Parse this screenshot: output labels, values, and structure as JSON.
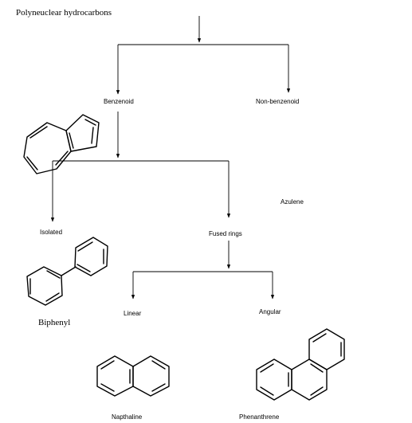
{
  "title": "Polyneuclear hydrocarbons",
  "nodes": {
    "benzenoid": "Benzenoid",
    "non_benzenoid": "Non-benzenoid",
    "isolated": "Isolated",
    "fused": "Fused rings",
    "linear": "Linear",
    "angular": "Angular"
  },
  "molecules": {
    "azulene": "Azulene",
    "biphenyl": "Biphenyl",
    "napthaline": "Napthaline",
    "phenanthrene": "Phenanthrene"
  }
}
